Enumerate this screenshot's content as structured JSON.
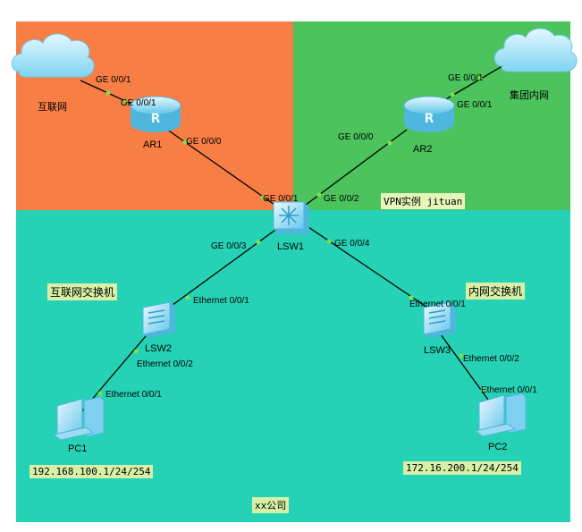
{
  "zones": {
    "internet_color": "#F77E45",
    "vpn_color": "#4CC35C",
    "company_color": "#26D2B6"
  },
  "tags": {
    "vpn_instance": "VPN实例 jituan",
    "lsw2_name": "互联网交换机",
    "lsw3_name": "内网交换机",
    "pc1_ip": "192.168.100.1/24/254",
    "pc2_ip": "172.16.200.1/24/254",
    "company": "xx公司"
  },
  "nodes": {
    "internet_cloud": "互联网",
    "intranet_cloud": "集团内网",
    "ar1": "AR1",
    "ar2": "AR2",
    "lsw1": "LSW1",
    "lsw2": "LSW2",
    "lsw3": "LSW3",
    "pc1": "PC1",
    "pc2": "PC2"
  },
  "ports": {
    "cloud1_ge001": "GE 0/0/1",
    "ar1_ge001": "GE 0/0/1",
    "ar1_ge000": "GE 0/0/0",
    "cloud2_ge001": "GE 0/0/1",
    "ar2_ge001": "GE 0/0/1",
    "ar2_ge000": "GE 0/0/0",
    "lsw1_ge001": "GE 0/0/1",
    "lsw1_ge002": "GE 0/0/2",
    "lsw1_ge003": "GE 0/0/3",
    "lsw1_ge004": "GE 0/0/4",
    "lsw2_eth001": "Ethernet 0/0/1",
    "lsw2_eth002": "Ethernet 0/0/2",
    "pc1_eth001": "Ethernet 0/0/1",
    "lsw3_eth001": "Ethernet 0/0/1",
    "lsw3_eth002": "Ethernet 0/0/2",
    "pc2_eth001": "Ethernet 0/0/1"
  }
}
